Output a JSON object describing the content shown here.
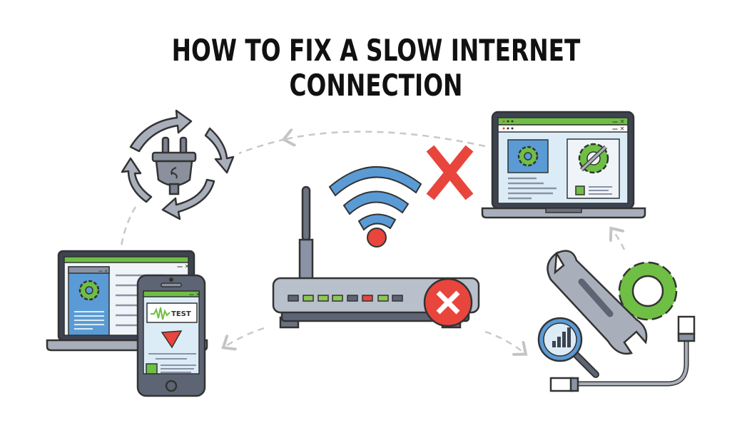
{
  "title": "HOW TO FIX A SLOW INTERNET CONNECTION",
  "illustrations": {
    "restart": {
      "icon": "plug-icon",
      "arrows": "cycle-arrows-icon",
      "meaning": "restart router"
    },
    "router": {
      "icon": "router-icon",
      "status": "error",
      "leds": [
        "off",
        "on",
        "on",
        "on",
        "off",
        "error",
        "on",
        "off"
      ]
    },
    "wifi": {
      "icon": "wifi-icon",
      "status": "error"
    },
    "settings_laptop": {
      "icon": "laptop-settings-icon"
    },
    "speed_test": {
      "icon": "phone-speed-test-icon",
      "test_label": "TEST"
    },
    "troubleshoot": {
      "icon": "tools-icon"
    }
  },
  "colors": {
    "green": "#6fbf44",
    "blue": "#5b9bd5",
    "red": "#e8453c",
    "gray": "#a9afba",
    "dark": "#3d4350",
    "dashed": "#c8c8c8"
  }
}
